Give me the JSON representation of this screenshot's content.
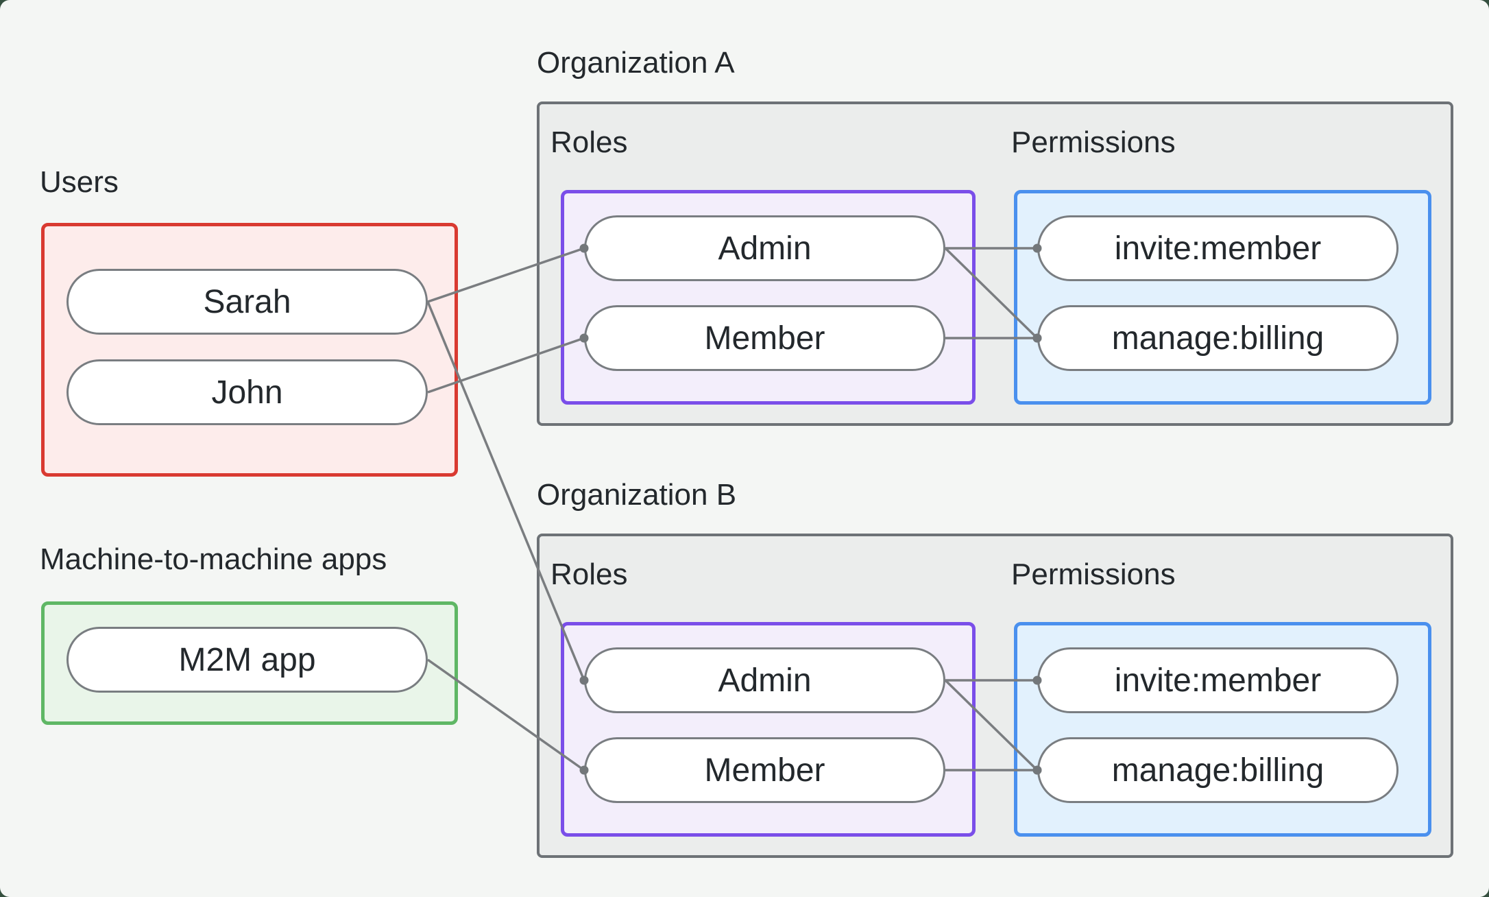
{
  "canvas": {
    "background": "#f4f6f4",
    "outside_background": "#35503f"
  },
  "colors": {
    "users_border": "#d93a31",
    "users_fill": "#fdeceb",
    "m2m_border": "#5fb765",
    "m2m_fill": "#e9f5e9",
    "roles_border": "#7a4ee9",
    "roles_fill": "#f3eefb",
    "permissions_border": "#4a90ee",
    "permissions_fill": "#e2f1fd",
    "org_border": "#6d7276",
    "org_fill": "#ebedec",
    "node_border": "#797d81",
    "node_fill": "#ffffff",
    "line_color": "#7a7d80",
    "dot_color": "#73777a",
    "text_color": "#23282c"
  },
  "users_group": {
    "label": "Users",
    "nodes": [
      {
        "id": "user-sarah",
        "label": "Sarah"
      },
      {
        "id": "user-john",
        "label": "John"
      }
    ]
  },
  "m2m_group": {
    "label": "Machine-to-machine apps",
    "nodes": [
      {
        "id": "m2m-app",
        "label": "M2M app"
      }
    ]
  },
  "org_a": {
    "label": "Organization A",
    "roles_label": "Roles",
    "permissions_label": "Permissions",
    "roles": [
      {
        "id": "orgA-role-admin",
        "label": "Admin"
      },
      {
        "id": "orgA-role-member",
        "label": "Member"
      }
    ],
    "permissions": [
      {
        "id": "orgA-perm-invite",
        "label": "invite:member"
      },
      {
        "id": "orgA-perm-billing",
        "label": "manage:billing"
      }
    ]
  },
  "org_b": {
    "label": "Organization B",
    "roles_label": "Roles",
    "permissions_label": "Permissions",
    "roles": [
      {
        "id": "orgB-role-admin",
        "label": "Admin"
      },
      {
        "id": "orgB-role-member",
        "label": "Member"
      }
    ],
    "permissions": [
      {
        "id": "orgB-perm-invite",
        "label": "invite:member"
      },
      {
        "id": "orgB-perm-billing",
        "label": "manage:billing"
      }
    ]
  },
  "connections": [
    {
      "from": "user-sarah",
      "to": "orgA-role-admin"
    },
    {
      "from": "user-sarah",
      "to": "orgB-role-admin"
    },
    {
      "from": "user-john",
      "to": "orgA-role-member"
    },
    {
      "from": "m2m-app",
      "to": "orgB-role-member"
    },
    {
      "from": "orgA-role-admin",
      "to": "orgA-perm-invite"
    },
    {
      "from": "orgA-role-admin",
      "to": "orgA-perm-billing"
    },
    {
      "from": "orgA-role-member",
      "to": "orgA-perm-billing"
    },
    {
      "from": "orgB-role-admin",
      "to": "orgB-perm-invite"
    },
    {
      "from": "orgB-role-admin",
      "to": "orgB-perm-billing"
    },
    {
      "from": "orgB-role-member",
      "to": "orgB-perm-billing"
    }
  ]
}
